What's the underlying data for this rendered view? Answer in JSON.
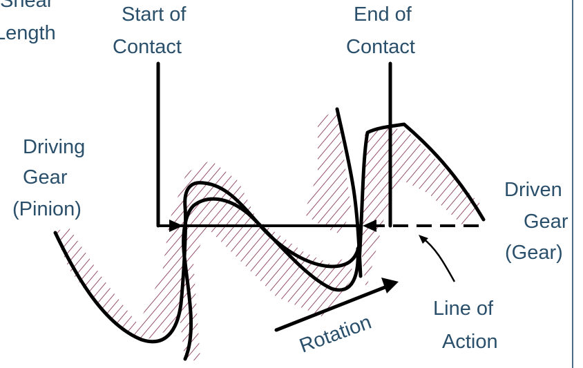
{
  "labels": {
    "shear_length_line1": "Shear",
    "shear_length_line2": "Length",
    "start_of_contact_line1": "Start of",
    "start_of_contact_line2": "Contact",
    "end_of_contact_line1": "End of",
    "end_of_contact_line2": "Contact",
    "driving_gear_line1": "Driving",
    "driving_gear_line2": "Gear",
    "driving_gear_line3": "(Pinion)",
    "driven_gear_line1": "Driven",
    "driven_gear_line2": "Gear",
    "driven_gear_line3": "(Gear)",
    "line_of_action_line1": "Line of",
    "line_of_action_line2": "Action",
    "rotation": "Rotation"
  },
  "colors": {
    "hatch": "#8a3b5e",
    "ink": "#000000",
    "label": "#2a4f6b",
    "frame": "#4a6a87"
  }
}
